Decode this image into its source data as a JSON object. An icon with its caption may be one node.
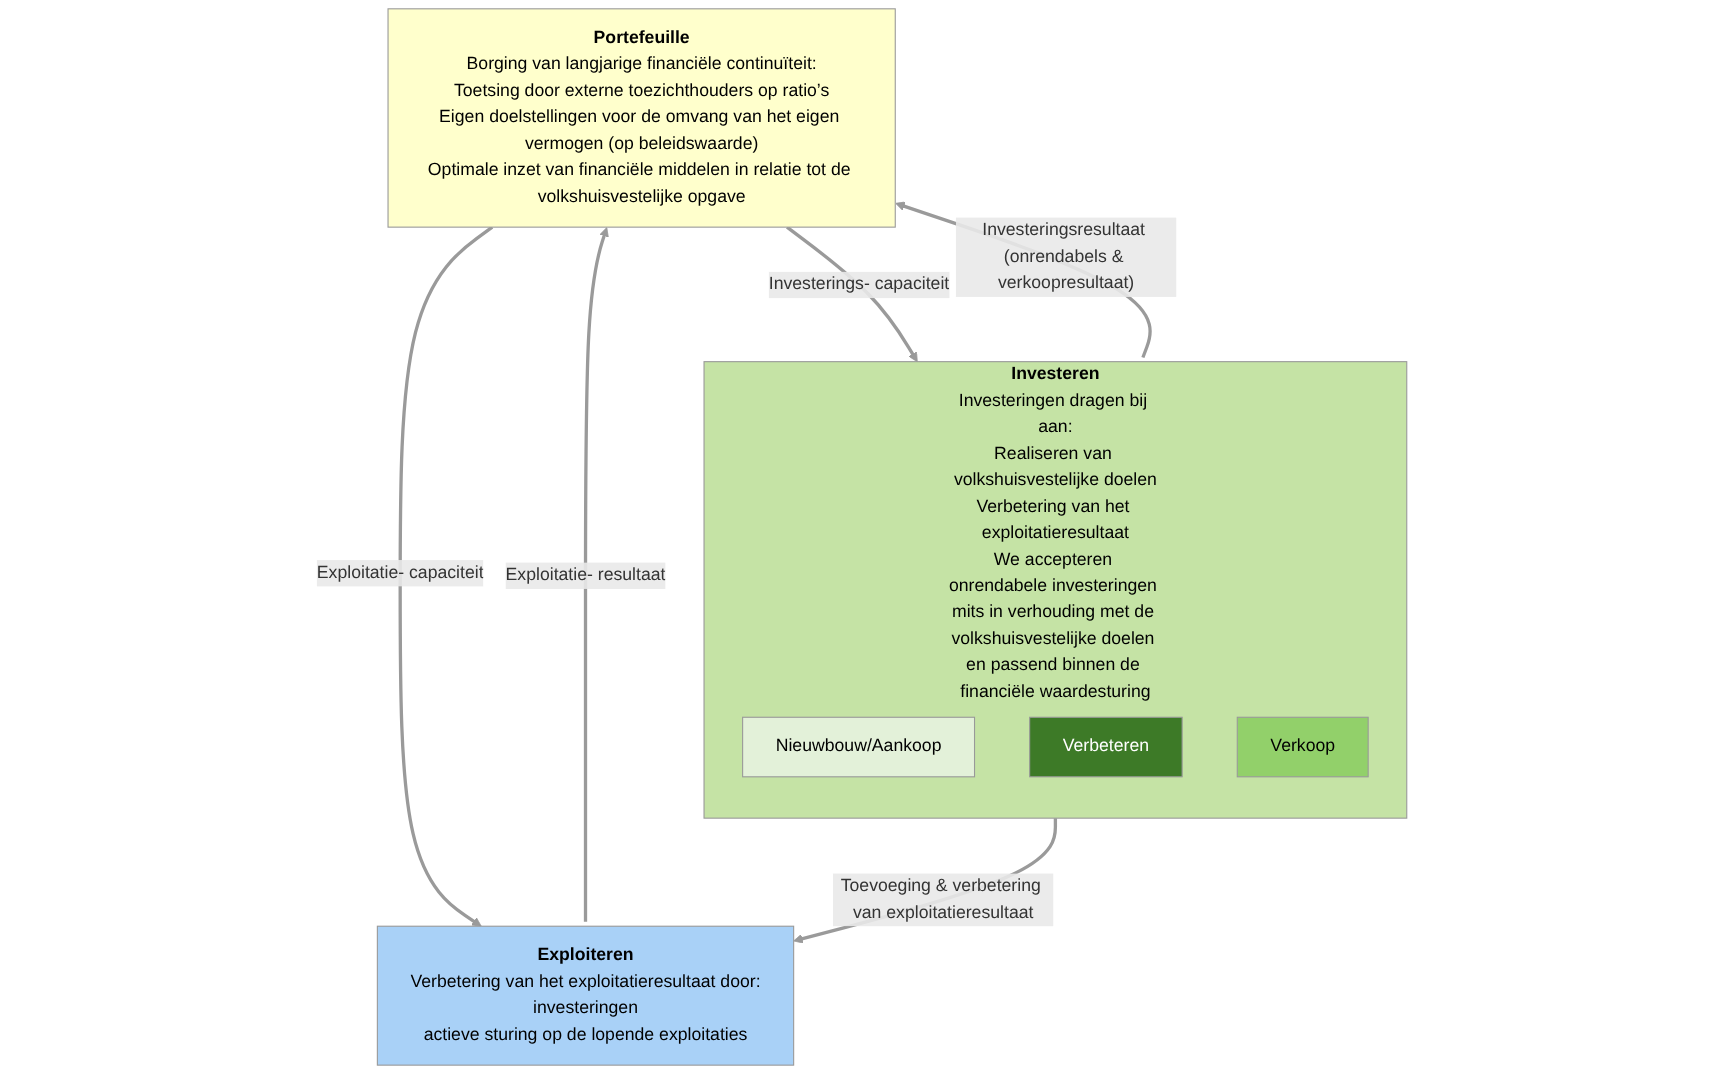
{
  "diagram": {
    "nodes": [
      {
        "text": [
          "Portefeuille",
          "Borging van langjarige financiële continuïteit:",
          "Toetsing door externe toezichthouders op ratio’s",
          "Eigen doelstellingen voor de omvang van het eigen vermogen (op beleidswaarde)",
          "Optimale inzet van financiële middelen in relatie tot de volkshuisvestelijke opgave"
        ]
      },
      {
        "text": [
          "Investeren",
          "Investeringen dragen bij aan:",
          "Realiseren van volkshuisvestelijke doelen",
          "Verbetering van het exploitatieresultaat",
          "We accepteren onrendabele investeringen mits in verhouding met de volkshuisvestelijke doelen en passend binnen de financiële waardesturing"
        ]
      },
      {
        "text": [
          "Nieuwbouw/Aankoop"
        ],
        "in": 1
      },
      {
        "text": [
          "Verbeteren"
        ],
        "in": 1
      },
      {
        "text": [
          "Verkoop"
        ],
        "in": 1
      },
      {
        "text": [
          "Exploiteren",
          "Verbetering van het exploitatieresultaat door:",
          "investeringen",
          "actieve sturing op de lopende exploitaties"
        ]
      }
    ],
    "edges": [
      {
        "from": 0,
        "to": 1,
        "arrow": "to",
        "label": "Investerings- capaciteit"
      },
      {
        "from": 1,
        "to": 0,
        "arrow": "to",
        "label": "Investeringsresultaat (onrendabels & verkoopresultaat)"
      },
      {
        "from": 0,
        "to": 5,
        "arrow": "to",
        "label": "Exploitatie- capaciteit"
      },
      {
        "from": 5,
        "to": 0,
        "arrow": "to",
        "label": "Exploitatie- resultaat"
      },
      {
        "from": 1,
        "to": 5,
        "arrow": "to",
        "label": "Toevoeging & verbetering van exploitatieresultaat"
      }
    ]
  }
}
